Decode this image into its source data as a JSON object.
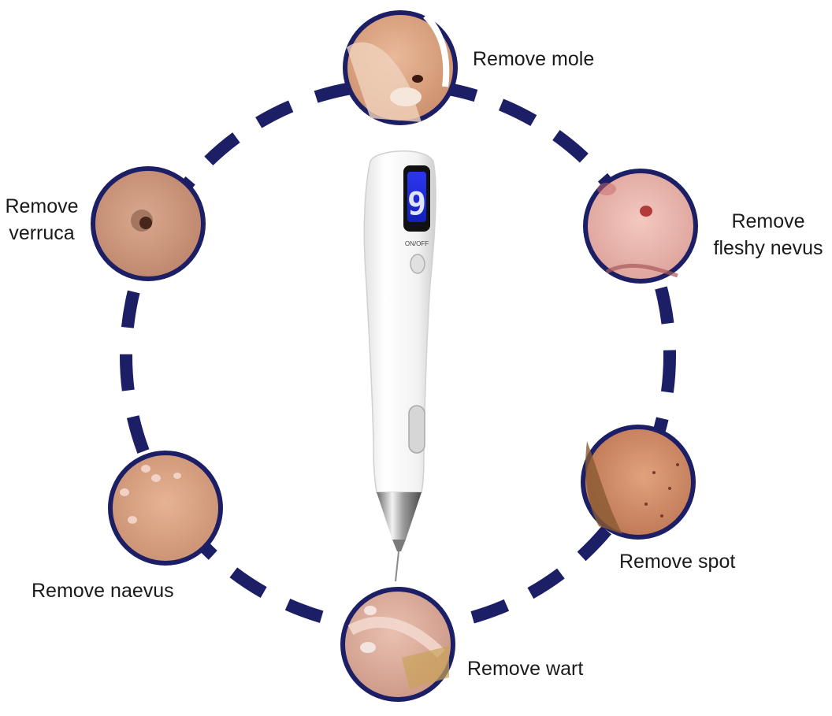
{
  "uses": [
    {
      "id": "mole",
      "label": "Remove mole"
    },
    {
      "id": "fleshy-nevus",
      "label_line1": "Remove",
      "label_line2": "fleshy nevus"
    },
    {
      "id": "spot",
      "label": "Remove spot"
    },
    {
      "id": "wart",
      "label": "Remove wart"
    },
    {
      "id": "naevus",
      "label": "Remove naevus"
    },
    {
      "id": "verruca",
      "label_line1": "Remove",
      "label_line2": "verruca"
    }
  ],
  "device": {
    "display_digit": "9",
    "power_label": "ON/OFF"
  },
  "colors": {
    "ring": "#1c1f66",
    "screen": "#1a2ae0",
    "body": "#f4f4f4"
  }
}
